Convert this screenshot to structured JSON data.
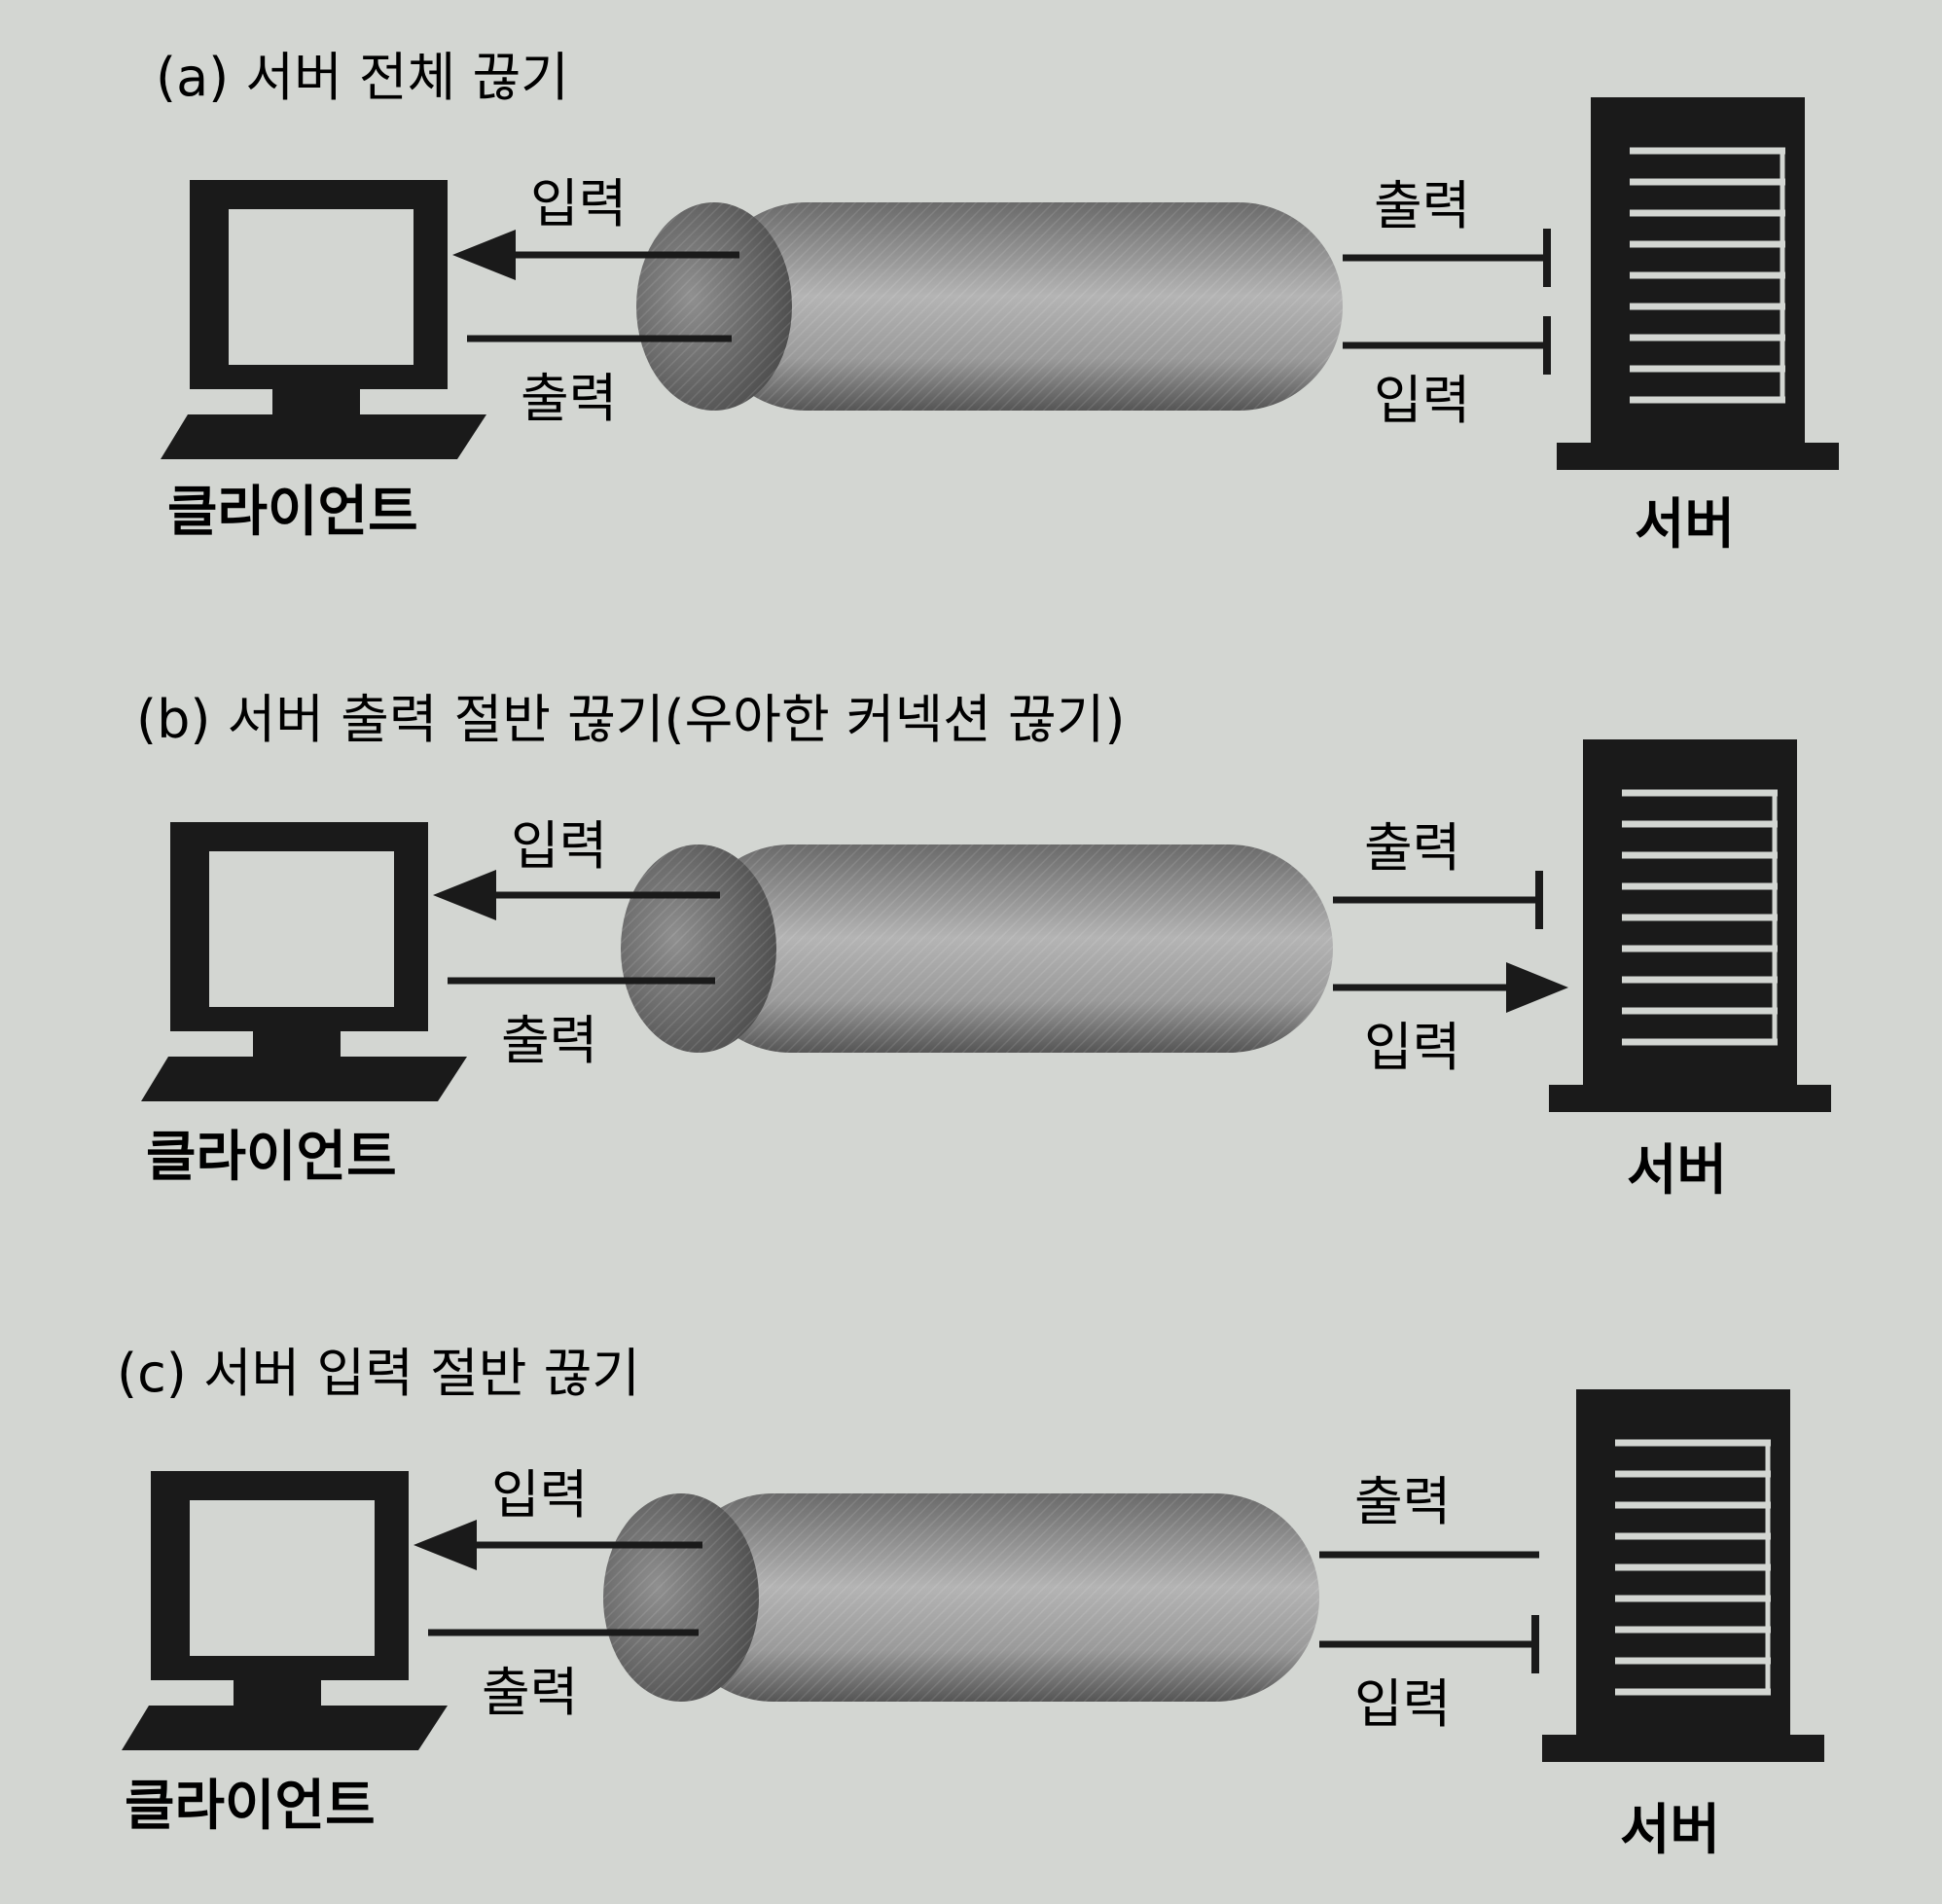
{
  "panels": [
    {
      "title": "(a) 서버 전체 끊기",
      "client_label": "클라이언트",
      "server_label": "서버",
      "client_top_label": "입력",
      "client_bottom_label": "출력",
      "server_top_label": "출력",
      "server_bottom_label": "입력",
      "server_output": "closed",
      "server_input": "closed"
    },
    {
      "title": "(b) 서버 출력 절반 끊기(우아한 커넥션 끊기)",
      "client_label": "클라이언트",
      "server_label": "서버",
      "client_top_label": "입력",
      "client_bottom_label": "출력",
      "server_top_label": "출력",
      "server_bottom_label": "입력",
      "server_output": "closed",
      "server_input": "open"
    },
    {
      "title": "(c) 서버 입력 절반 끊기",
      "client_label": "클라이언트",
      "server_label": "서버",
      "client_top_label": "입력",
      "client_bottom_label": "출력",
      "server_top_label": "출력",
      "server_bottom_label": "입력",
      "server_output": "open",
      "server_input": "closed"
    }
  ],
  "colors": {
    "background": "#d3d6d2",
    "ink": "#1a1a1a",
    "pipe_dark": "#5c5c5c",
    "pipe_light": "#b8b8b8"
  },
  "icons": {
    "client": "desktop-computer-icon",
    "server": "server-tower-icon"
  }
}
